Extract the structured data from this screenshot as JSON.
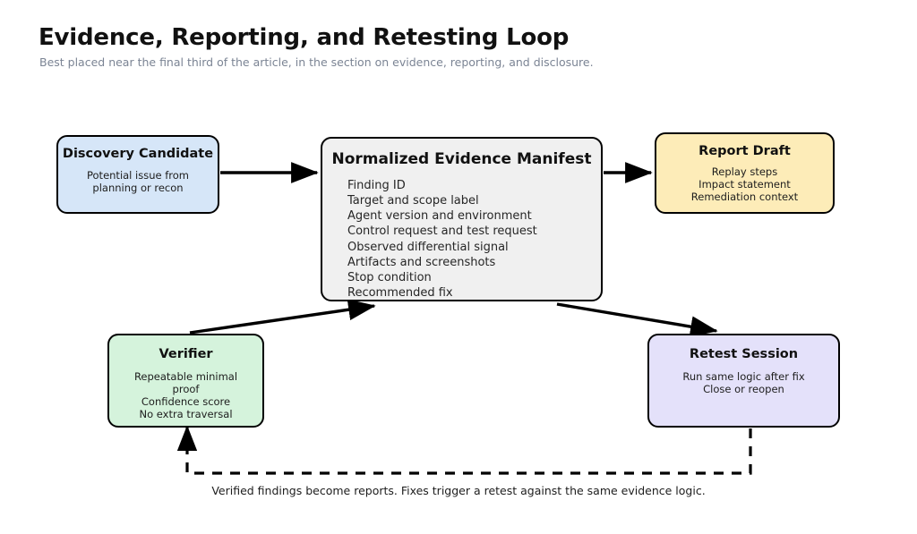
{
  "header": {
    "title": "Evidence, Reporting, and Retesting Loop",
    "subtitle": "Best placed near the final third of the article, in the section on evidence, reporting, and disclosure."
  },
  "diagram": {
    "type": "flowchart",
    "caption": "Verified findings become reports. Fixes trigger a retest against the same evidence logic.",
    "nodes": [
      {
        "id": "discovery",
        "title": "Discovery Candidate",
        "lines": [
          "Potential issue from",
          "planning or recon"
        ],
        "fill": "#d6e6f8",
        "stroke": "#000000"
      },
      {
        "id": "manifest",
        "title": "Normalized Evidence Manifest",
        "lines": [
          "Finding ID",
          "Target and scope label",
          "Agent version and environment",
          "Control request and test request",
          "Observed differential signal",
          "Artifacts and screenshots",
          "Stop condition",
          "Recommended fix"
        ],
        "fill": "#f0f0f0",
        "stroke": "#000000"
      },
      {
        "id": "report",
        "title": "Report Draft",
        "lines": [
          "Replay steps",
          "Impact statement",
          "Remediation context"
        ],
        "fill": "#fdecb8",
        "stroke": "#000000"
      },
      {
        "id": "verifier",
        "title": "Verifier",
        "lines": [
          "Repeatable minimal",
          "proof",
          "Confidence score",
          "No extra traversal"
        ],
        "fill": "#d5f3dc",
        "stroke": "#000000"
      },
      {
        "id": "retest",
        "title": "Retest Session",
        "lines": [
          "Run same logic after fix",
          "Close or reopen"
        ],
        "fill": "#e4e1fa",
        "stroke": "#000000"
      }
    ],
    "edges": [
      {
        "id": "discovery-to-manifest",
        "from": "discovery",
        "to": "manifest",
        "style": "solid",
        "arrow": "end"
      },
      {
        "id": "manifest-to-report",
        "from": "manifest",
        "to": "report",
        "style": "solid",
        "arrow": "end"
      },
      {
        "id": "verifier-to-manifest",
        "from": "verifier",
        "to": "manifest",
        "style": "solid",
        "arrow": "end"
      },
      {
        "id": "manifest-to-retest",
        "from": "manifest",
        "to": "retest",
        "style": "solid",
        "arrow": "end"
      },
      {
        "id": "retest-to-verifier",
        "from": "retest",
        "to": "verifier",
        "style": "dashed",
        "arrow": "end"
      }
    ]
  }
}
